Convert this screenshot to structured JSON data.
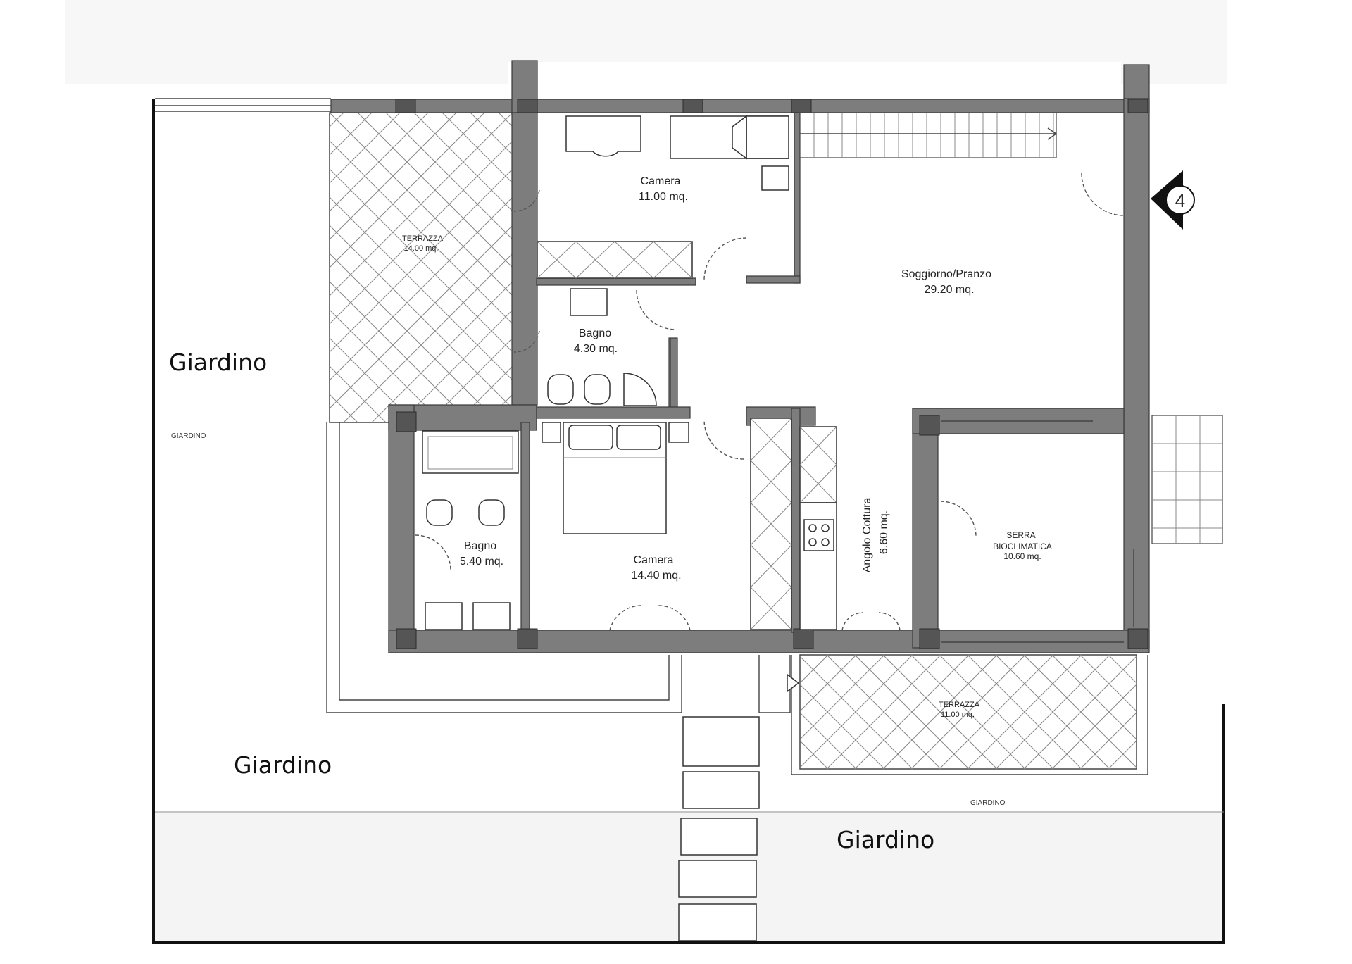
{
  "rooms": {
    "camera_top": {
      "name": "Camera",
      "area": "11.00 mq."
    },
    "bagno_top": {
      "name": "Bagno",
      "area": "4.30 mq."
    },
    "soggiorno": {
      "name": "Soggiorno/Pranzo",
      "area": "29.20 mq."
    },
    "bagno_left": {
      "name": "Bagno",
      "area": "5.40 mq."
    },
    "camera_main": {
      "name": "Camera",
      "area": "14.40 mq."
    },
    "angolo": {
      "name": "Angolo Cottura",
      "area": "6.60 mq."
    },
    "serra": {
      "name": "SERRA",
      "name2": "BIOCLIMATICA",
      "area": "10.60 mq."
    },
    "terrazza_left": {
      "name": "TERRAZZA",
      "area": "14.00 mq."
    },
    "terrazza_bottom": {
      "name": "TERRAZZA",
      "area": "11.00 mq."
    }
  },
  "garden_labels": {
    "left_large": "Giardino",
    "left_small": "GIARDINO",
    "bottom_left": "Giardino",
    "bottom_right": "Giardino",
    "bottom_small": "GIARDINO"
  },
  "section_marker": "4",
  "colors": {
    "wall": "#7d7d7d",
    "line": "#333333",
    "background": "#ffffff"
  }
}
